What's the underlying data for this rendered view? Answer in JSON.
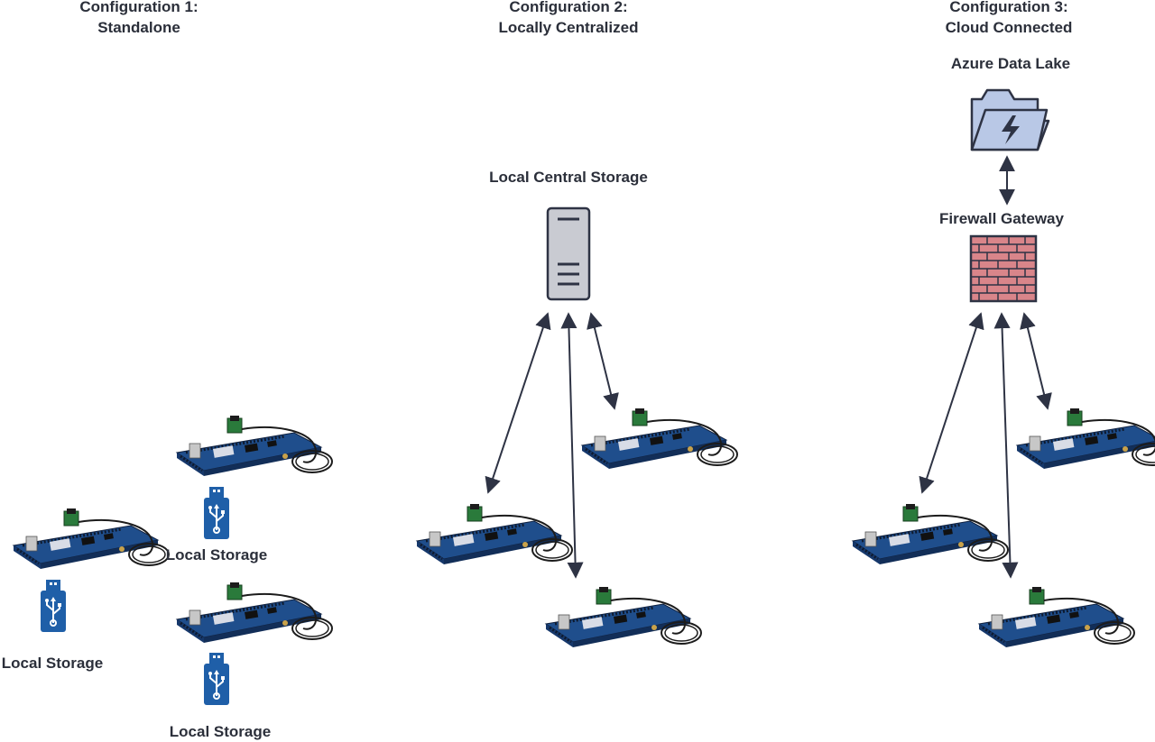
{
  "configurations": [
    {
      "title_line1": "Configuration 1:",
      "title_line2": "Standalone",
      "storage_labels": [
        "Local Storage",
        "Local Storage",
        "Local Storage"
      ]
    },
    {
      "title_line1": "Configuration 2:",
      "title_line2": "Locally Centralized",
      "hub_label": "Local Central Storage"
    },
    {
      "title_line1": "Configuration 3:",
      "title_line2": "Cloud Connected",
      "cloud_label": "Azure Data Lake",
      "gateway_label": "Firewall Gateway"
    }
  ],
  "colors": {
    "text": "#2b2f3a",
    "arrow": "#2e3344",
    "board": "#1f4e8c",
    "usb": "#1f5fa8",
    "server": "#c9cbd2",
    "folder": "#b9c8e6",
    "firewall": "#d9858a"
  },
  "icons": {
    "board": "eval-board-icon",
    "usb": "usb-drive-icon",
    "server": "server-icon",
    "folder": "cloud-folder-icon",
    "firewall": "firewall-icon"
  }
}
